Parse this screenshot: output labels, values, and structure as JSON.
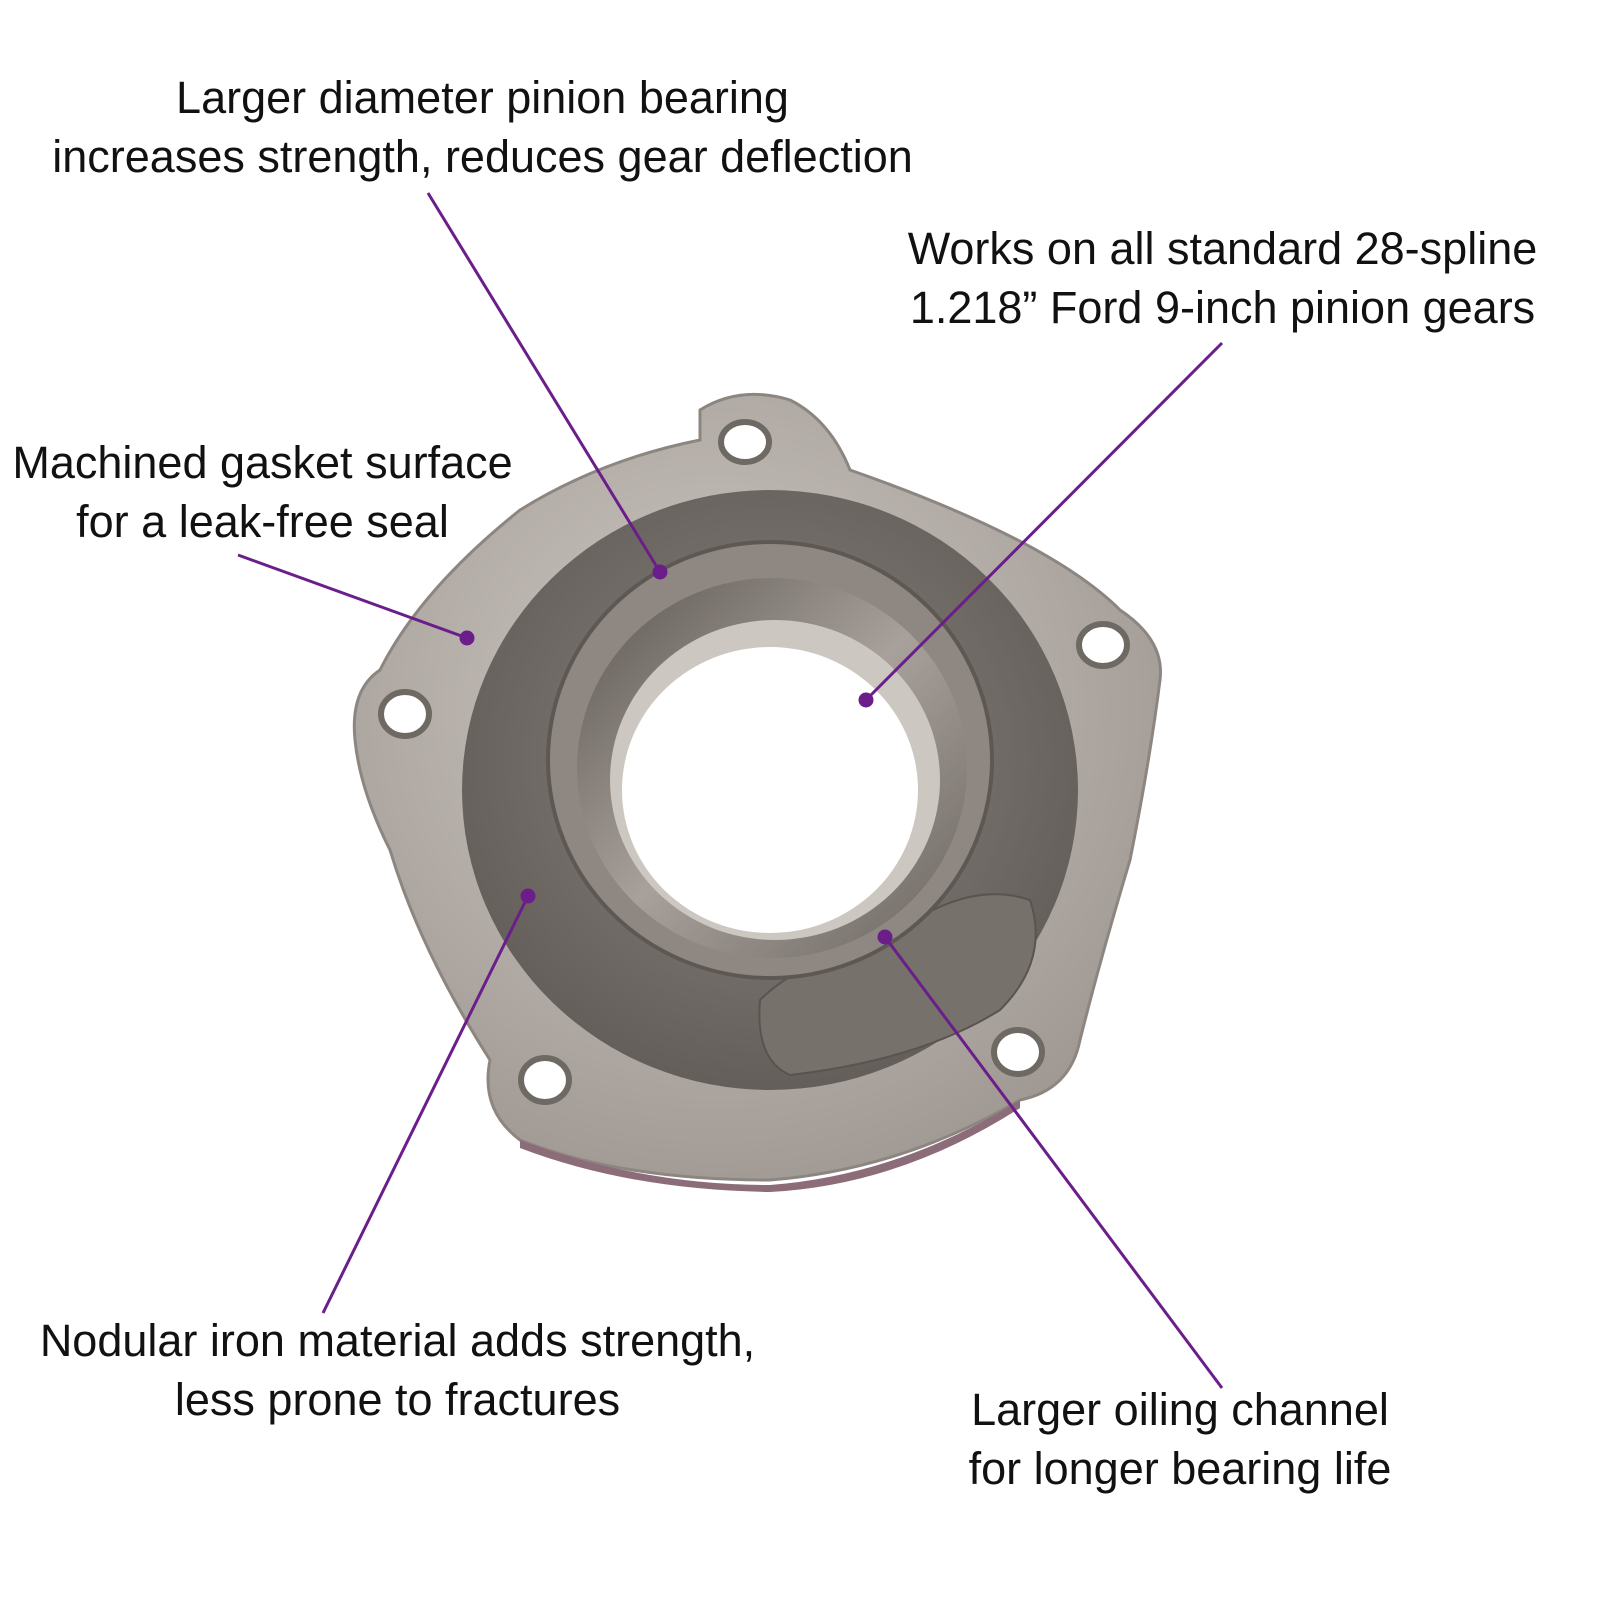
{
  "callouts": [
    {
      "id": "pinion-bearing",
      "lines": [
        "Larger diameter pinion bearing",
        "increases strength, reduces gear deflection"
      ]
    },
    {
      "id": "spline-fit",
      "lines": [
        "Works on all standard 28-spline",
        "1.218” Ford 9-inch pinion gears"
      ]
    },
    {
      "id": "gasket-surface",
      "lines": [
        "Machined gasket surface",
        "for a leak-free seal"
      ]
    },
    {
      "id": "nodular-iron",
      "lines": [
        "Nodular iron material adds strength,",
        "less prone to fractures"
      ]
    },
    {
      "id": "oiling-channel",
      "lines": [
        "Larger oiling channel",
        "for longer bearing life"
      ]
    }
  ],
  "colors": {
    "leader_line": "#6b1d8a",
    "text": "#111111",
    "flange": "#b3aca5",
    "casting": "#76706b"
  }
}
